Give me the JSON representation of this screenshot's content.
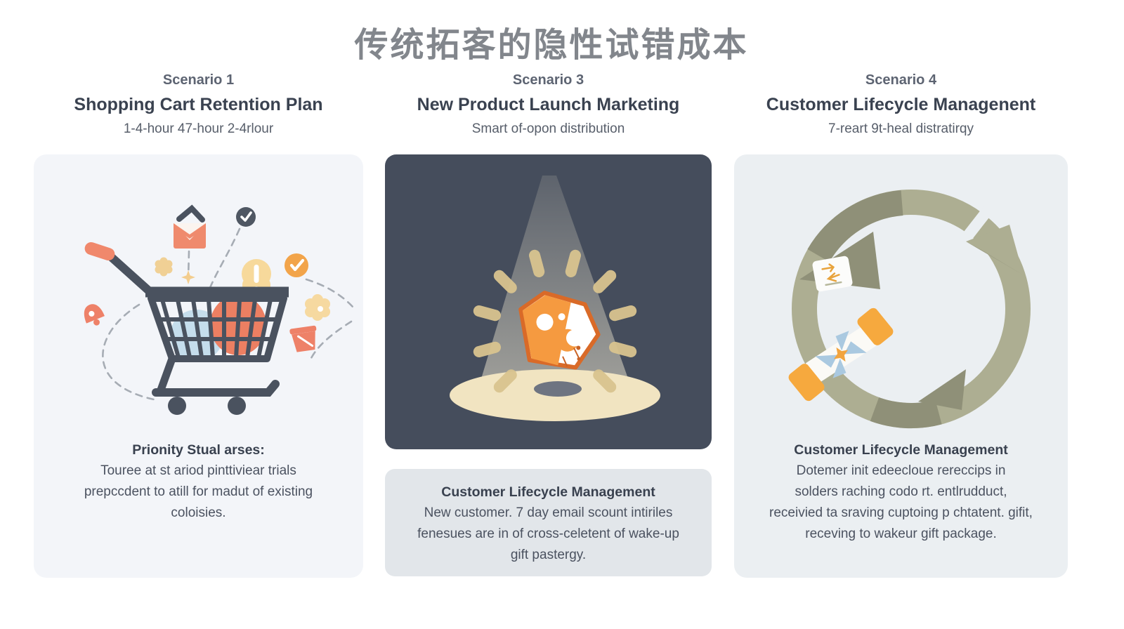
{
  "title": "传统拓客的隐性试错成本",
  "columns": [
    {
      "scenario": "Scenario 1",
      "heading": "Shopping Cart Retention Plan",
      "subtitle": "1-4-hour 47-hour 2-4rlour",
      "illustration": "shopping-cart-icon",
      "body_title": "Prionity Stual arses:",
      "body_lines": [
        "Touree at st ariod pinttiviear trials",
        "prepccdent to atill for madut of existing",
        "coloisies."
      ]
    },
    {
      "scenario": "Scenario 3",
      "heading": "New Product Launch Marketing",
      "subtitle": "Smart of-opon distribution",
      "illustration": "spotlight-gem-icon",
      "body_title": "Customer Lifecycle Management",
      "body_lines": [
        "New customer. 7 day email scount intiriles",
        "fenesues are in of cross-celetent of wake-up",
        "gift pastergy."
      ]
    },
    {
      "scenario": "Scenario 4",
      "heading": "Customer Lifecycle Managenent",
      "subtitle": "7-reart 9t-heal distratirqy",
      "illustration": "lifecycle-arrows-icon",
      "body_title": "Customer Lifecycle Management",
      "body_lines": [
        "Dotemer init edeecloue rereccips in",
        "solders raching codo rt. entlrudduct,",
        "receivied ta sraving cuptoing p chtatent. gifit,",
        "receving to wakeur gift package."
      ]
    }
  ],
  "palette": {
    "accent_orange": "#f2a44a",
    "salmon": "#ee8168",
    "dark_panel": "#454d5c",
    "light_card": "#f3f5f9",
    "mid_card": "#e2e6ea",
    "cycle_olive": "#adae92",
    "cycle_olive_dark": "#8f9078",
    "beam_cream": "#f1e4c1",
    "ink": "#3a4250"
  }
}
